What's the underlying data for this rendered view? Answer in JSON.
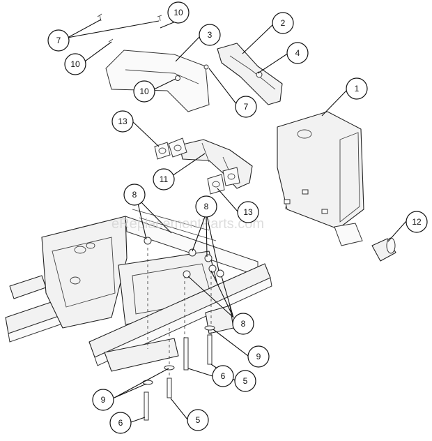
{
  "watermark": "eReplacementParts.com",
  "callouts": [
    {
      "id": "c1",
      "label": "1"
    },
    {
      "id": "c2",
      "label": "2"
    },
    {
      "id": "c3",
      "label": "3"
    },
    {
      "id": "c4",
      "label": "4"
    },
    {
      "id": "c5a",
      "label": "5"
    },
    {
      "id": "c5b",
      "label": "5"
    },
    {
      "id": "c6a",
      "label": "6"
    },
    {
      "id": "c6b",
      "label": "6"
    },
    {
      "id": "c7a",
      "label": "7"
    },
    {
      "id": "c7b",
      "label": "7"
    },
    {
      "id": "c8a",
      "label": "8"
    },
    {
      "id": "c8b",
      "label": "8"
    },
    {
      "id": "c8c",
      "label": "8"
    },
    {
      "id": "c9a",
      "label": "9"
    },
    {
      "id": "c9b",
      "label": "9"
    },
    {
      "id": "c10a",
      "label": "10"
    },
    {
      "id": "c10b",
      "label": "10"
    },
    {
      "id": "c10c",
      "label": "10"
    },
    {
      "id": "c11",
      "label": "11"
    },
    {
      "id": "c12",
      "label": "12"
    },
    {
      "id": "c13a",
      "label": "13"
    },
    {
      "id": "c13b",
      "label": "13"
    }
  ]
}
